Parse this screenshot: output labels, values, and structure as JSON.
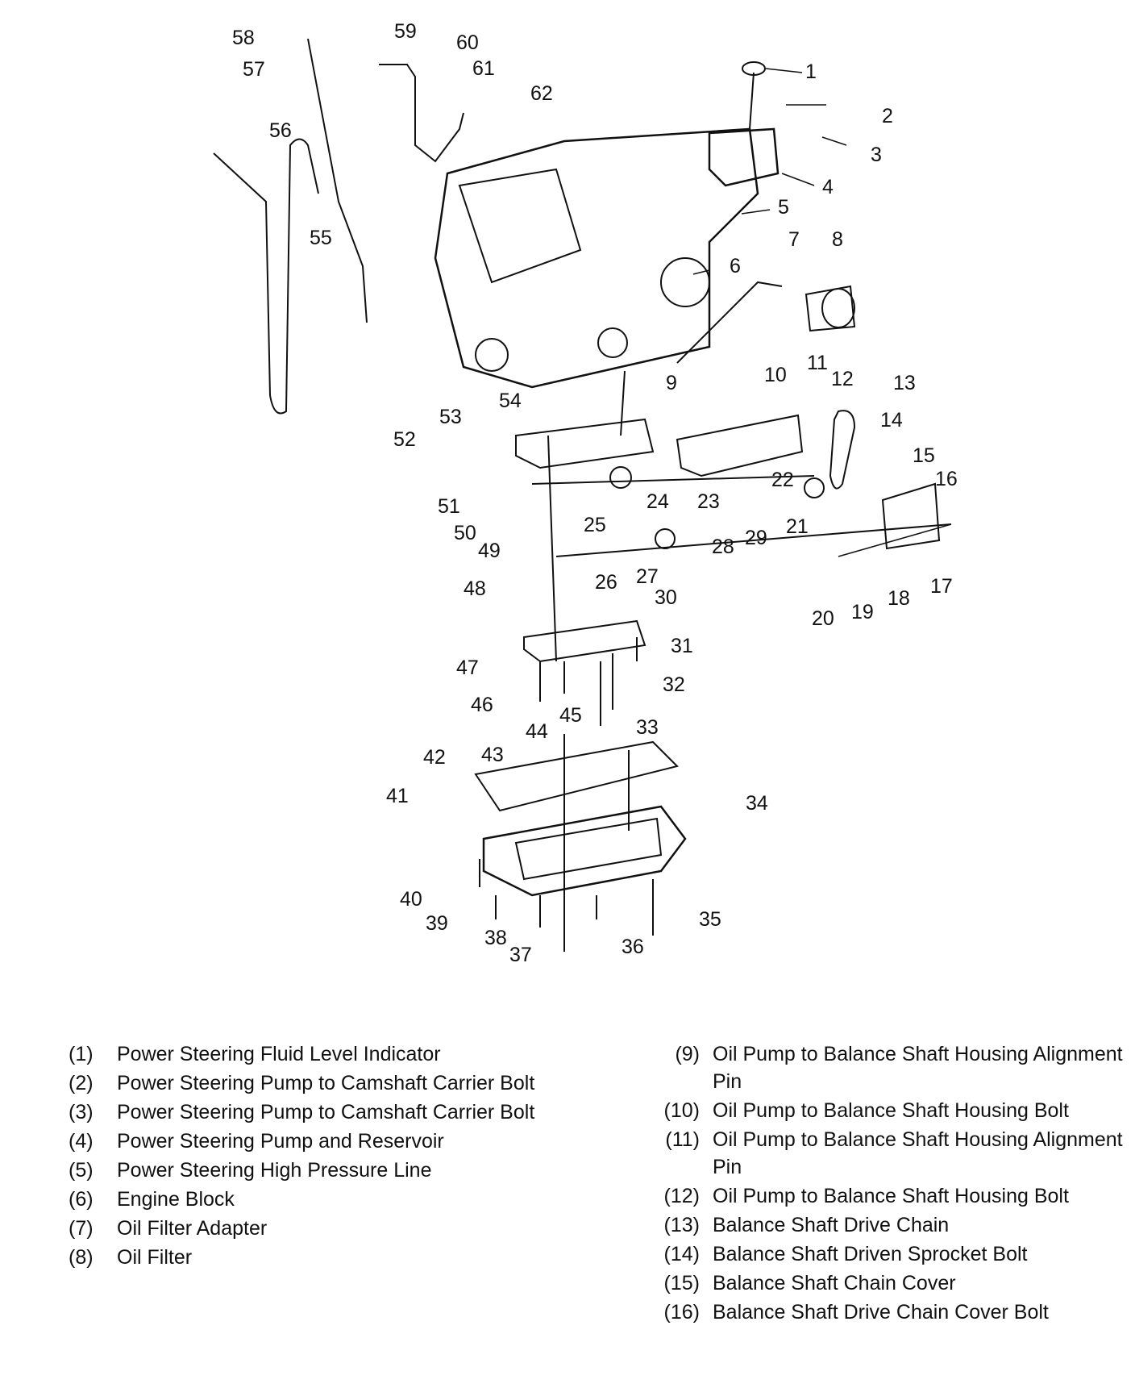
{
  "callouts": [
    "1",
    "2",
    "3",
    "4",
    "5",
    "6",
    "7",
    "8",
    "9",
    "10",
    "11",
    "12",
    "13",
    "14",
    "15",
    "16",
    "17",
    "18",
    "19",
    "20",
    "21",
    "22",
    "23",
    "24",
    "25",
    "26",
    "27",
    "28",
    "29",
    "30",
    "31",
    "32",
    "33",
    "34",
    "35",
    "36",
    "37",
    "38",
    "39",
    "40",
    "41",
    "42",
    "43",
    "44",
    "45",
    "46",
    "47",
    "48",
    "49",
    "50",
    "51",
    "52",
    "53",
    "54",
    "55",
    "56",
    "57",
    "58",
    "59",
    "60",
    "61",
    "62"
  ],
  "legend_left": [
    {
      "num": "(1)",
      "text": "Power Steering Fluid Level Indicator"
    },
    {
      "num": "(2)",
      "text": "Power Steering Pump to Camshaft Carrier Bolt"
    },
    {
      "num": "(3)",
      "text": "Power Steering Pump to Camshaft Carrier Bolt"
    },
    {
      "num": "(4)",
      "text": "Power Steering Pump and Reservoir"
    },
    {
      "num": "(5)",
      "text": "Power Steering High Pressure Line"
    },
    {
      "num": "(6)",
      "text": "Engine Block"
    },
    {
      "num": "(7)",
      "text": "Oil Filter Adapter"
    },
    {
      "num": "(8)",
      "text": "Oil Filter"
    }
  ],
  "legend_right": [
    {
      "num": "(9)",
      "text": "Oil Pump to Balance Shaft Housing Alignment Pin"
    },
    {
      "num": "(10)",
      "text": "Oil Pump to Balance Shaft Housing Bolt"
    },
    {
      "num": "(11)",
      "text": "Oil Pump to Balance Shaft Housing Alignment Pin"
    },
    {
      "num": "(12)",
      "text": "Oil Pump to Balance Shaft Housing Bolt"
    },
    {
      "num": "(13)",
      "text": "Balance Shaft Drive Chain"
    },
    {
      "num": "(14)",
      "text": "Balance Shaft Driven Sprocket Bolt"
    },
    {
      "num": "(15)",
      "text": "Balance Shaft Chain Cover"
    },
    {
      "num": "(16)",
      "text": "Balance Shaft Drive Chain Cover Bolt"
    }
  ]
}
